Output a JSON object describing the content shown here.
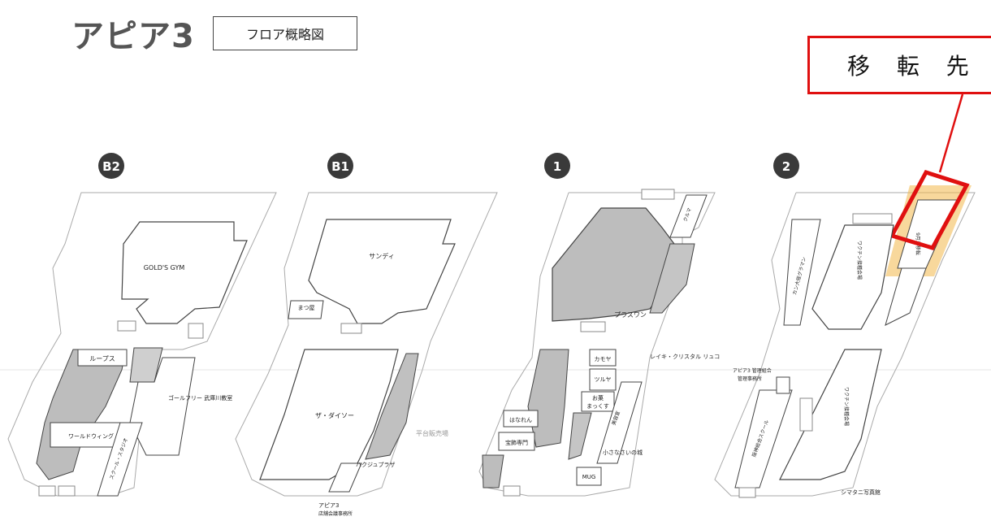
{
  "header": {
    "logo_text": "アピア3",
    "title": "フロア概略図"
  },
  "callout": {
    "text": "移 転 先",
    "color": "#e01010",
    "highlight_color": "#f2b84b"
  },
  "floors": [
    {
      "badge": "B2",
      "labels": {
        "gym": "GOLD'S GYM",
        "loops": "ループス",
        "golf": "ゴールフリー 武庫川教室",
        "wing": "ワールドウィング",
        "vertical": "スクール・スタジオ"
      }
    },
    {
      "badge": "B1",
      "labels": {
        "sandy": "サンディ",
        "matsuya": "まつ屋",
        "daiso": "ザ・ダイソー",
        "area": "平台販売場",
        "plaza": "ハクジュプラザ",
        "office": "アピア3",
        "office2": "店舗会議事務所"
      }
    },
    {
      "badge": "1",
      "labels": {
        "plus1": "プラスワン",
        "reiki": "レイキ・クリスタル リュコ",
        "kamoya": "カモヤ",
        "tsuruya": "ツルヤ",
        "okashi": "お菓",
        "makutsuku": "まっくす",
        "hanaya": "はなれん",
        "jewelry": "宝飾専門",
        "mug": "MUG",
        "shop": "小さなさいの城",
        "vertical1": "クルマ",
        "vertical2": "美容室"
      }
    },
    {
      "badge": "2",
      "labels": {
        "vac1": "ワクチン接種会場",
        "vac2": "ワクチン接種会場",
        "kan": "カン大阪グラマン",
        "mgmt": "アピア3 管理組合",
        "mgmt2": "管理事務所",
        "photo": "シマタニ写真館",
        "moved": "9月末移転",
        "vertical": "阪神総合スクール"
      }
    }
  ]
}
